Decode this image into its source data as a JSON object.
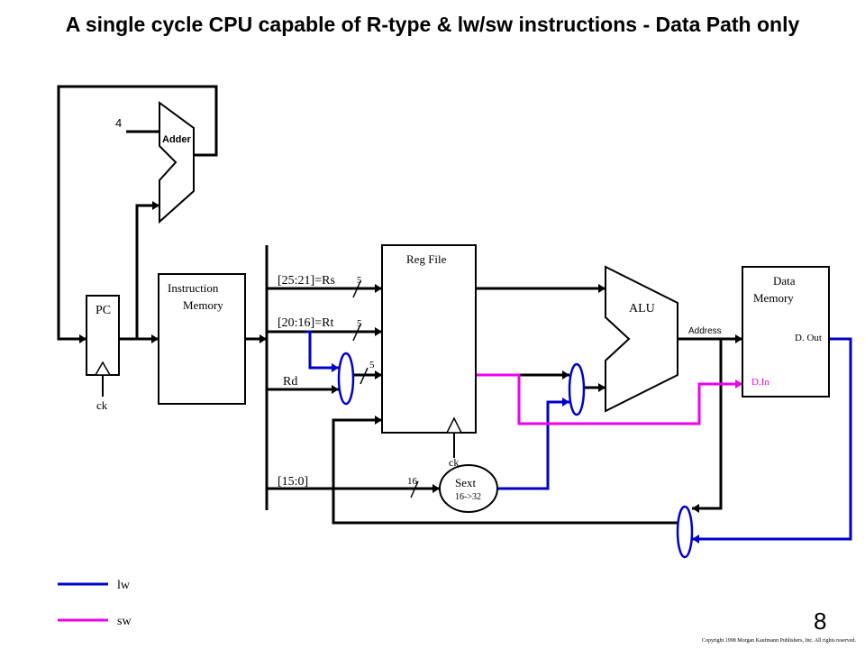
{
  "title": "A single cycle CPU capable of R-type & lw/sw instructions - Data Path only",
  "labels": {
    "adder_input": "4",
    "adder": "Adder",
    "pc": "PC",
    "pc_clock": "ck",
    "imem_line1": "Instruction",
    "imem_line2": "Memory",
    "rs_field": "[25:21]=Rs",
    "rt_field": "[20:16]=Rt",
    "rd_field": "Rd",
    "imm_field": "[15:0]",
    "w_rs": "5",
    "w_rt": "5",
    "w_rd": "5",
    "w_imm": "16",
    "regfile": "Reg File",
    "regfile_clock": "ck",
    "sext": "Sext",
    "sext_sub": "16->32",
    "alu": "ALU",
    "address": "Address",
    "dmem_line1": "Data",
    "dmem_line2": "Memory",
    "dout": "D. Out",
    "din": "D.In"
  },
  "legend": {
    "lw_label": "lw",
    "sw_label": "sw",
    "lw_color": "#0000cc",
    "sw_color": "#ee00ee"
  },
  "page_number": "8",
  "copyright": "Copyright 1998 Morgan Kaufmann Publishers, Inc. All rights reserved."
}
